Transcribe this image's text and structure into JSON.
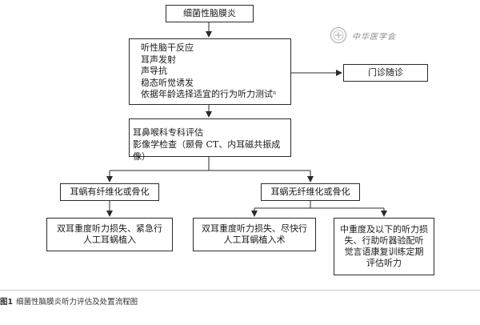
{
  "nodes": {
    "start": "细菌性脑膜炎",
    "tests": [
      "听性脑干反应",
      "耳声发射",
      "声导抗",
      "稳态听觉诱发",
      "依据年龄选择适宜的行为听力测试ᵃ"
    ],
    "followup": "门诊随诊",
    "ent": [
      "耳鼻喉科专科评估",
      "影像学检查（颞骨 CT、内耳磁共振成像）"
    ],
    "left_branch": "耳蜗有纤维化或骨化",
    "right_branch": "耳蜗无纤维化或骨化",
    "outcome_left": [
      "双耳重度听力损失、紧急行",
      "人工耳蜗植入"
    ],
    "outcome_mid": [
      "双耳重度听力损失、尽快行",
      "人工耳蜗植入术"
    ],
    "outcome_right": [
      "中重度及以下的听力损",
      "失、行助听器验配听",
      "觉言语康复训练定期",
      "评估听力"
    ]
  },
  "caption": {
    "label": "图1",
    "text": "细菌性脑膜炎听力评估及处置流程图"
  },
  "watermark": "中华医学会"
}
